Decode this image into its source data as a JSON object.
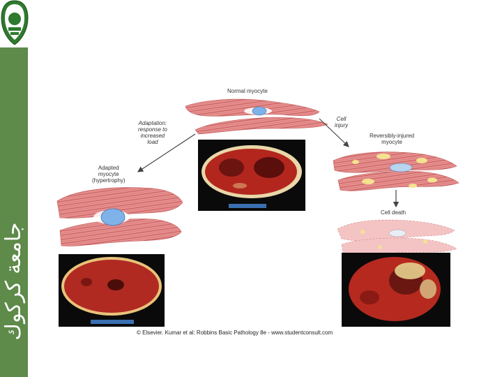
{
  "sidebar": {
    "text": "جامعة كركوك",
    "color": "#5e8a4a"
  },
  "figure": {
    "normal_label": "Normal myocyte",
    "adaptation_label": [
      "Adaptation:",
      "response to",
      "increased",
      "load"
    ],
    "injury_label": [
      "Cell",
      "injury"
    ],
    "reversible_label": [
      "Reversibly-injured",
      "myocyte"
    ],
    "adapted_label": [
      "Adapted",
      "myocyte",
      "(hypertrophy)"
    ],
    "death_label": "Cell death",
    "caption": "© Elsevier. Kumar et al: Robbins Basic Pathology 8e - www.studentconsult.com"
  }
}
